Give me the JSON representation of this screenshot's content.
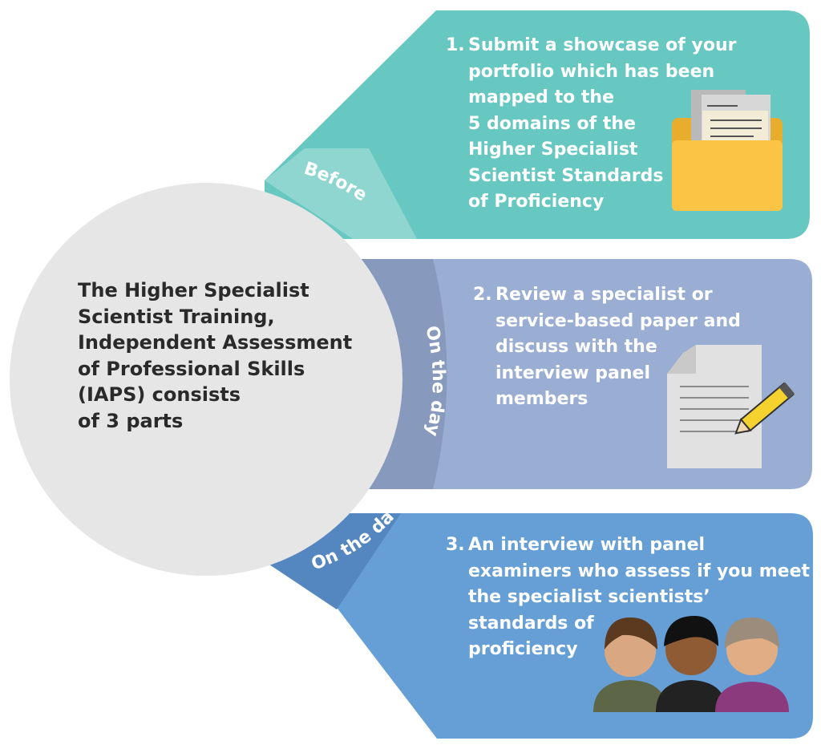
{
  "center": {
    "lines": [
      "The Higher Specialist",
      "Scientist Training,",
      "Independent Assessment",
      "of Professional Skills",
      "(IAPS) consists",
      "of 3 parts"
    ]
  },
  "stages": [
    {
      "label": "Before"
    },
    {
      "label": "On the day"
    },
    {
      "label": "On the day"
    }
  ],
  "steps": [
    {
      "number": "1.",
      "lines": [
        "Submit a showcase of your",
        "portfolio which has been",
        "mapped to the",
        "5 domains of the",
        "Higher Specialist",
        "Scientist Standards",
        "of Proficiency"
      ],
      "icon": "folder-documents-icon"
    },
    {
      "number": "2.",
      "lines": [
        "Review a specialist or",
        "service-based paper and",
        "discuss with the",
        "interview panel",
        "members"
      ],
      "icon": "paper-pencil-icon"
    },
    {
      "number": "3.",
      "lines": [
        "An interview with panel",
        "examiners who assess if you meet",
        "the specialist scientists’",
        "standards of",
        "proficiency"
      ],
      "icon": "panel-people-icon"
    }
  ],
  "colors": {
    "step1": "#67c7c1",
    "step1_band": "#8fd6d1",
    "step2": "#9aaed4",
    "step2_band": "#8799bd",
    "step3": "#659fd6",
    "step3_band": "#5487bf",
    "center": "#e6e6e6",
    "folder": "#fcc445",
    "pencil": "#f5d22d"
  }
}
